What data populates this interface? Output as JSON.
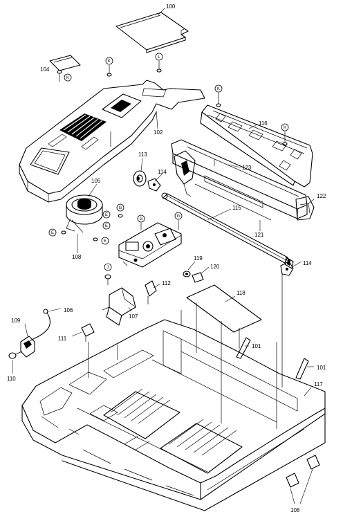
{
  "diagram": {
    "callouts": [
      {
        "id": "c100",
        "label": "100"
      },
      {
        "id": "c104",
        "label": "104"
      },
      {
        "id": "c102",
        "label": "102"
      },
      {
        "id": "c116",
        "label": "116"
      },
      {
        "id": "c113",
        "label": "113"
      },
      {
        "id": "c114a",
        "label": "114"
      },
      {
        "id": "c123",
        "label": "123"
      },
      {
        "id": "c122",
        "label": "122"
      },
      {
        "id": "c105",
        "label": "105"
      },
      {
        "id": "c115",
        "label": "115"
      },
      {
        "id": "c121",
        "label": "121"
      },
      {
        "id": "c108a",
        "label": "108"
      },
      {
        "id": "c119",
        "label": "119"
      },
      {
        "id": "c120",
        "label": "120"
      },
      {
        "id": "c114b",
        "label": "114"
      },
      {
        "id": "c112",
        "label": "112"
      },
      {
        "id": "c118",
        "label": "118"
      },
      {
        "id": "c106",
        "label": "106"
      },
      {
        "id": "c107",
        "label": "107"
      },
      {
        "id": "c109",
        "label": "109"
      },
      {
        "id": "c111",
        "label": "111"
      },
      {
        "id": "c101a",
        "label": "101"
      },
      {
        "id": "c101b",
        "label": "101"
      },
      {
        "id": "c117",
        "label": "117"
      },
      {
        "id": "c110",
        "label": "110"
      },
      {
        "id": "c108b",
        "label": "108"
      }
    ],
    "fastener_markers": [
      {
        "id": "m1",
        "letter": "K"
      },
      {
        "id": "m2",
        "letter": "K"
      },
      {
        "id": "m3",
        "letter": "L"
      },
      {
        "id": "m4",
        "letter": "K"
      },
      {
        "id": "m5",
        "letter": "K"
      },
      {
        "id": "m6",
        "letter": "E"
      },
      {
        "id": "m7",
        "letter": "G"
      },
      {
        "id": "m8",
        "letter": "E"
      },
      {
        "id": "m9",
        "letter": "E"
      },
      {
        "id": "m10",
        "letter": "E"
      },
      {
        "id": "m11",
        "letter": "G"
      },
      {
        "id": "m12",
        "letter": "G"
      },
      {
        "id": "m13",
        "letter": "J"
      }
    ]
  }
}
